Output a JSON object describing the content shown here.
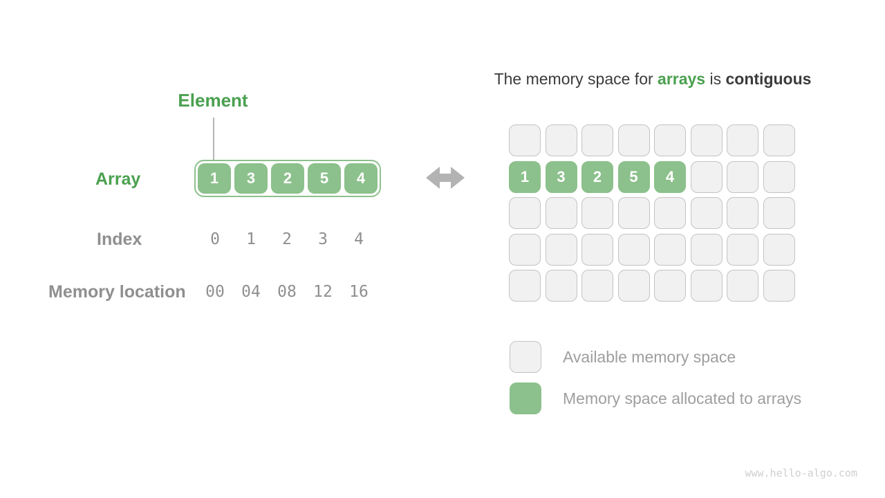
{
  "colors": {
    "green_fill": "#8CC08C",
    "green_text": "#4AA04F",
    "gray_label": "#8F8F8F",
    "gray_text": "#9E9E9E",
    "dark_text": "#3B3B3B",
    "cell_bg": "#F1F1F1",
    "cell_border": "#C3C3C3",
    "arrow": "#B3B3B3"
  },
  "left_panel": {
    "element_label": "Element",
    "array_label": "Array",
    "array_values": [
      "1",
      "3",
      "2",
      "5",
      "4"
    ],
    "index_label": "Index",
    "index_values": [
      "0",
      "1",
      "2",
      "3",
      "4"
    ],
    "memory_location_label": "Memory location",
    "memory_location_values": [
      "00",
      "04",
      "08",
      "12",
      "16"
    ]
  },
  "title": {
    "part1": "The memory space for ",
    "highlight": "arrays",
    "part2": " is ",
    "emphasis": "contiguous"
  },
  "memory_grid": {
    "rows": 5,
    "cols": 8,
    "cells": [
      [
        "",
        "",
        "",
        "",
        "",
        "",
        "",
        ""
      ],
      [
        "1",
        "3",
        "2",
        "5",
        "4",
        "",
        "",
        ""
      ],
      [
        "",
        "",
        "",
        "",
        "",
        "",
        "",
        ""
      ],
      [
        "",
        "",
        "",
        "",
        "",
        "",
        "",
        ""
      ],
      [
        "",
        "",
        "",
        "",
        "",
        "",
        "",
        ""
      ]
    ]
  },
  "legend": {
    "items": [
      {
        "swatch": "available",
        "label": "Available memory space"
      },
      {
        "swatch": "allocated",
        "label": "Memory space allocated to arrays"
      }
    ]
  },
  "watermark": "www.hello-algo.com"
}
